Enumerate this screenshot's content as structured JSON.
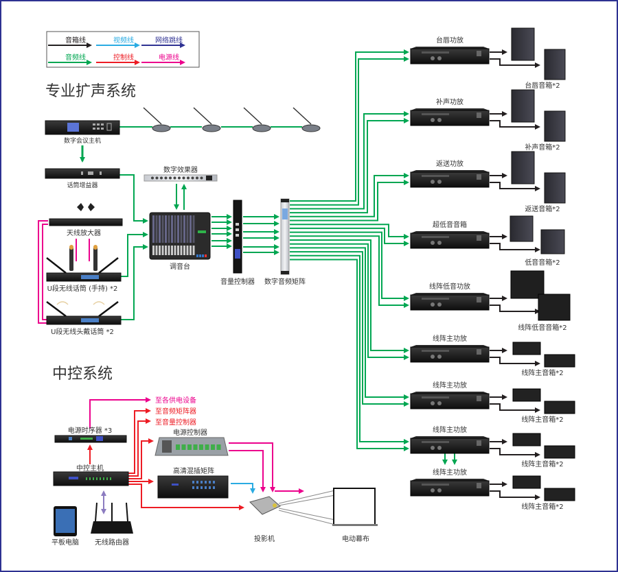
{
  "legend": {
    "items": [
      {
        "label": "音箱线",
        "color": "#231f20"
      },
      {
        "label": "视频线",
        "color": "#29abe2"
      },
      {
        "label": "网络跳线",
        "color": "#2e3192"
      },
      {
        "label": "音频线",
        "color": "#00a651"
      },
      {
        "label": "控制线",
        "color": "#ed1c24"
      },
      {
        "label": "电源线",
        "color": "#ec008c"
      }
    ]
  },
  "sections": {
    "audio_title": "专业扩声系统",
    "control_title": "中控系统"
  },
  "audio": {
    "conference_host": "数字会议主机",
    "mic_booster": "话筒增益器",
    "effects": "数字效果器",
    "antenna_amp": "天线放大器",
    "wireless_handheld": "U段无线话筒 (手持) *2",
    "wireless_headset": "U段无线头戴话筒 *2",
    "mixer": "调音台",
    "volume_controller": "音量控制器",
    "audio_matrix": "数字音频矩阵"
  },
  "amplifiers": [
    {
      "amp": "台唇功放",
      "speaker": "台唇音箱*2",
      "type": "box"
    },
    {
      "amp": "补声功放",
      "speaker": "补声音箱*2",
      "type": "box"
    },
    {
      "amp": "返送功放",
      "speaker": "返送音箱*2",
      "type": "box"
    },
    {
      "amp": "超低音音箱",
      "speaker": "低音音箱*2",
      "type": "sub"
    },
    {
      "amp": "线阵低音功放",
      "speaker": "线阵低音音箱*2",
      "type": "linesub"
    },
    {
      "amp": "线阵主功放",
      "speaker": "线阵主音箱*2",
      "type": "line"
    },
    {
      "amp": "线阵主功放",
      "speaker": "线阵主音箱*2",
      "type": "line"
    },
    {
      "amp": "线阵主功放",
      "speaker": "线阵主音箱*2",
      "type": "line"
    },
    {
      "amp": "线阵主功放",
      "speaker": "线阵主音箱*2",
      "type": "line"
    }
  ],
  "control": {
    "power_sequencer": "电源时序器 *3",
    "to_power_devices": "至各供电设备",
    "to_audio_matrix": "至音频矩阵器",
    "to_volume_ctrl": "至音量控制器",
    "power_controller": "电源控制器",
    "hd_matrix": "高清混插矩阵",
    "central_host": "中控主机",
    "tablet": "平板电脑",
    "router": "无线路由器",
    "projector": "投影机",
    "screen": "电动幕布"
  }
}
